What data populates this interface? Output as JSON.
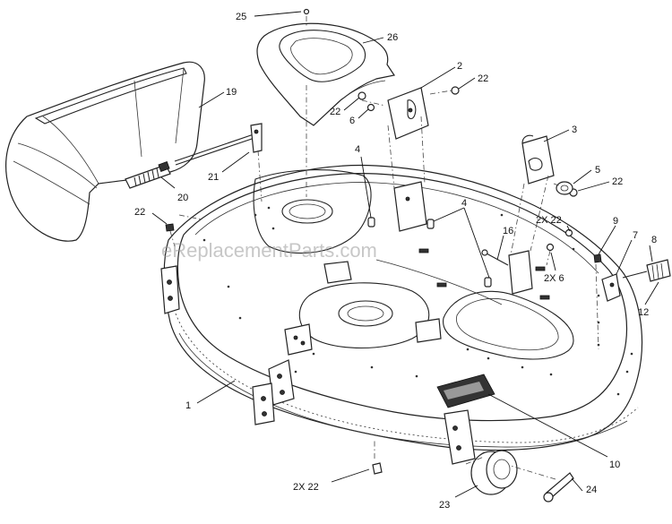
{
  "watermark": "eReplacementParts.com",
  "callouts": [
    {
      "id": "c25",
      "text": "25"
    },
    {
      "id": "c26",
      "text": "26"
    },
    {
      "id": "c2",
      "text": "2"
    },
    {
      "id": "c22a",
      "text": "22"
    },
    {
      "id": "c22b",
      "text": "22"
    },
    {
      "id": "c6a",
      "text": "6"
    },
    {
      "id": "c19",
      "text": "19"
    },
    {
      "id": "c3",
      "text": "3"
    },
    {
      "id": "c4a",
      "text": "4"
    },
    {
      "id": "c5",
      "text": "5"
    },
    {
      "id": "c22c",
      "text": "22"
    },
    {
      "id": "c21",
      "text": "21"
    },
    {
      "id": "c20",
      "text": "20"
    },
    {
      "id": "c4b",
      "text": "4"
    },
    {
      "id": "c22d",
      "text": "22"
    },
    {
      "id": "c2x22a",
      "text": "2X 22"
    },
    {
      "id": "c9",
      "text": "9"
    },
    {
      "id": "c7",
      "text": "7"
    },
    {
      "id": "c8",
      "text": "8"
    },
    {
      "id": "c16",
      "text": "16"
    },
    {
      "id": "c2x6",
      "text": "2X 6"
    },
    {
      "id": "c12",
      "text": "12"
    },
    {
      "id": "c1",
      "text": "1"
    },
    {
      "id": "c10",
      "text": "10"
    },
    {
      "id": "c2x22b",
      "text": "2X 22"
    },
    {
      "id": "c24",
      "text": "24"
    },
    {
      "id": "c23",
      "text": "23"
    }
  ]
}
